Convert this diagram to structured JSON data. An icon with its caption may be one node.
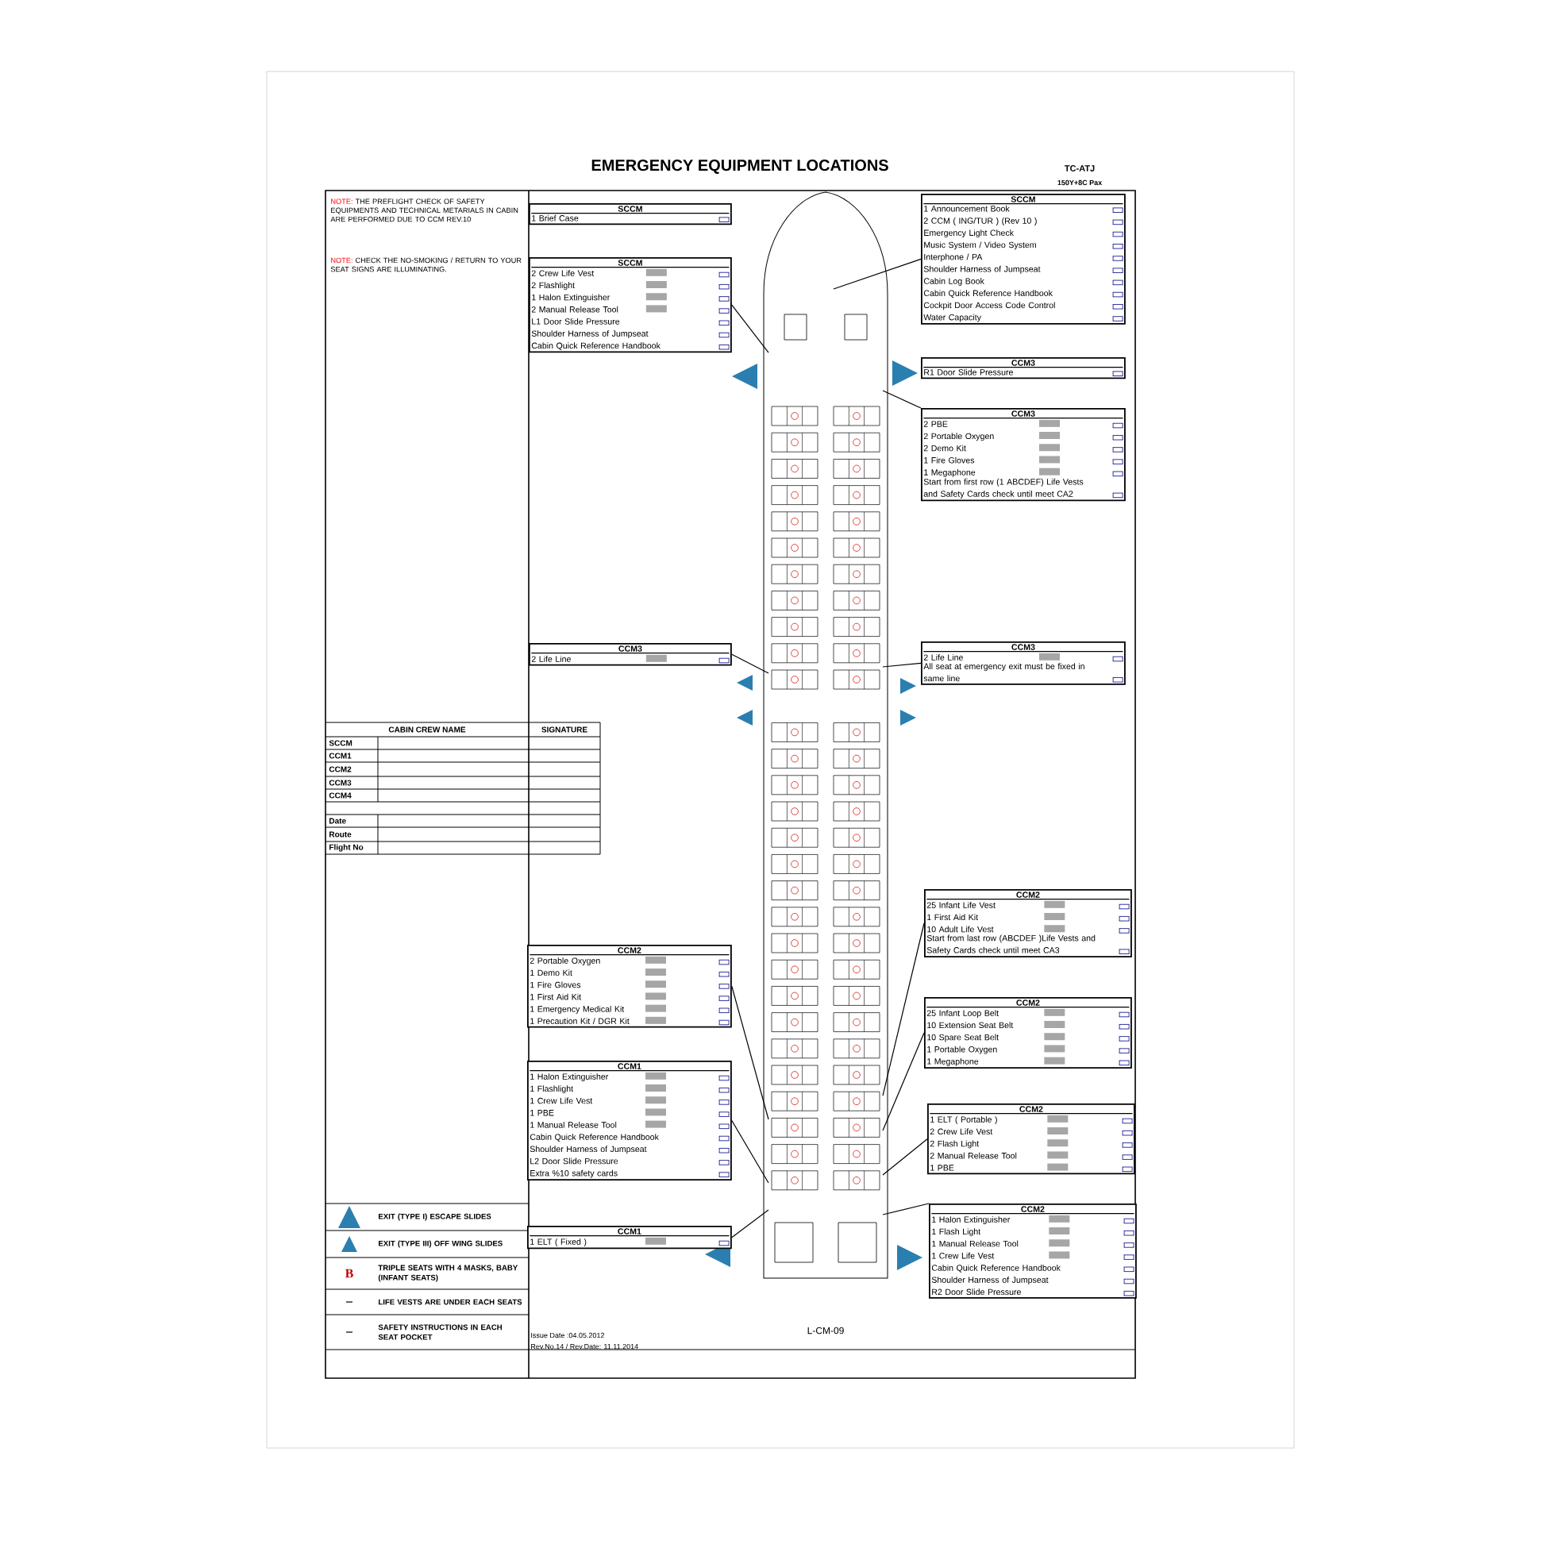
{
  "diagram": {
    "title": "EMERGENCY EQUIPMENT  LOCATIONS",
    "nodes": [
      {
        "text": [
          "SCCM",
          "1 Brief Case"
        ]
      },
      {
        "text": [
          "SCCM",
          "2 Crew Life Vest",
          "2 Flashlight",
          "1 Halon Extinguisher",
          "2 Manual Release Tool",
          "L1 Door Slide Pressure",
          "Shoulder Harness of Jumpseat",
          "Cabin Quick Reference Handbook"
        ]
      },
      {
        "text": [
          "SCCM",
          "1 Announcement Book",
          "2 CCM ( ING/TUR ) (Rev 10 )",
          "Emergency Light Check",
          "Music System / Video System",
          "Interphone / PA",
          "Shoulder Harness of Jumpseat",
          "Cabin Log Book",
          "Cabin Quick Reference Handbook",
          "Cockpit Door Access Code Control",
          "Water Capacity"
        ]
      },
      {
        "text": [
          "CCM3",
          "R1 Door Slide Pressure"
        ]
      },
      {
        "text": [
          "CCM3",
          "2 PBE",
          "2 Portable Oxygen",
          "2 Demo Kit",
          "1 Fire Gloves",
          "1 Megaphone",
          "Start from first row (1 ABCDEF) Life Vests and Safety Cards check until meet CA2"
        ]
      },
      {
        "text": [
          "CCM3",
          "2 Life Line"
        ]
      },
      {
        "text": [
          "CCM3",
          "2 Life Line",
          "All seat at emergency exit must be fixed in same line"
        ]
      },
      {
        "text": [
          "CCM2",
          "25 Infant Life Vest",
          "1 First Aid Kit",
          "10 Adult Life Vest",
          "Start from last row (ABCDEF )Life Vests and Safety Cards check until meet CA3"
        ]
      },
      {
        "text": [
          "CCM2",
          "2 Portable Oxygen",
          "1 Demo Kit",
          "1 Fire Gloves",
          "1 First Aid Kit",
          "1 Emergency Medical Kit",
          "1 Precaution Kit / DGR Kit"
        ]
      },
      {
        "text": [
          "CCM2",
          "25 Infant Loop Belt",
          "10 Extension Seat Belt",
          "10 Spare Seat Belt",
          "1 Portable Oxygen",
          "1 Megaphone"
        ]
      },
      {
        "text": [
          "CCM1",
          "1 Halon Extinguisher",
          "1 Flashlight",
          "1 Crew Life Vest",
          "1 PBE",
          "1 Manual Release Tool",
          "Cabin Quick Reference Handbook",
          "Shoulder Harness of Jumpseat",
          "L2 Door Slide Pressure",
          "Extra %10 safety cards"
        ]
      },
      {
        "text": [
          "CCM2",
          "1 ELT ( Portable )",
          "2 Crew Life Vest",
          "2 Flash Light",
          "2 Manual Release Tool",
          "1 PBE"
        ]
      },
      {
        "text": [
          "CCM1",
          "1 ELT ( Fixed )"
        ]
      },
      {
        "text": [
          "CCM2",
          "1 Halon Extinguisher",
          "1 Flash Light",
          "1 Manual Release Tool",
          "1 Crew Life Vest",
          "Cabin Quick Reference Handbook",
          "Shoulder Harness of Jumpseat",
          "R2 Door Slide Pressure"
        ]
      }
    ],
    "edges": [
      {
        "from": 1,
        "to": null,
        "arrow": "none"
      },
      {
        "from": 2,
        "to": null,
        "arrow": "none"
      },
      {
        "from": 4,
        "to": null,
        "arrow": "none"
      },
      {
        "from": 5,
        "to": null,
        "arrow": "none"
      },
      {
        "from": 6,
        "to": null,
        "arrow": "none"
      },
      {
        "from": 7,
        "to": null,
        "arrow": "none"
      },
      {
        "from": 8,
        "to": null,
        "arrow": "none"
      },
      {
        "from": 9,
        "to": null,
        "arrow": "none"
      },
      {
        "from": 10,
        "to": null,
        "arrow": "none"
      },
      {
        "from": 11,
        "to": null,
        "arrow": "none"
      },
      {
        "from": 12,
        "to": null,
        "arrow": "none"
      },
      {
        "from": 13,
        "to": null,
        "arrow": "none"
      }
    ],
    "labels": [
      "TC-ATJ",
      "150Y+8C Pax",
      "NOTE:",
      "THE PREFLIGHT CHECK OF SAFETY EQUIPMENTS AND TECHNICAL METARIALS IN CABIN ARE PERFORMED DUE TO CCM REV.10",
      "NOTE:",
      "CHECK THE NO-SMOKING / RETURN TO YOUR SEAT SIGNS ARE ILLUMINATING.",
      "CABIN CREW NAME",
      "SIGNATURE",
      "SCCM",
      "CCM1",
      "CCM2",
      "CCM3",
      "CCM4",
      "Date",
      "Route",
      "Flight No",
      "B",
      "Issue Date :04.05.2012",
      "Rev.No.14 / Rev.Date: 11.11.2014",
      "L-CM-09"
    ],
    "legend": [
      {
        "text": "EXIT (TYPE I) ESCAPE SLIDES"
      },
      {
        "text": "EXIT (TYPE III) OFF WING SLIDES"
      },
      {
        "text": "TRIPLE SEATS WITH 4 MASKS, BABY (INFANT SEATS)"
      },
      {
        "text": "LIFE VESTS ARE UNDER EACH SEATS"
      },
      {
        "text": "SAFETY INSTRUCTIONS IN EACH SEAT POCKET"
      }
    ]
  }
}
